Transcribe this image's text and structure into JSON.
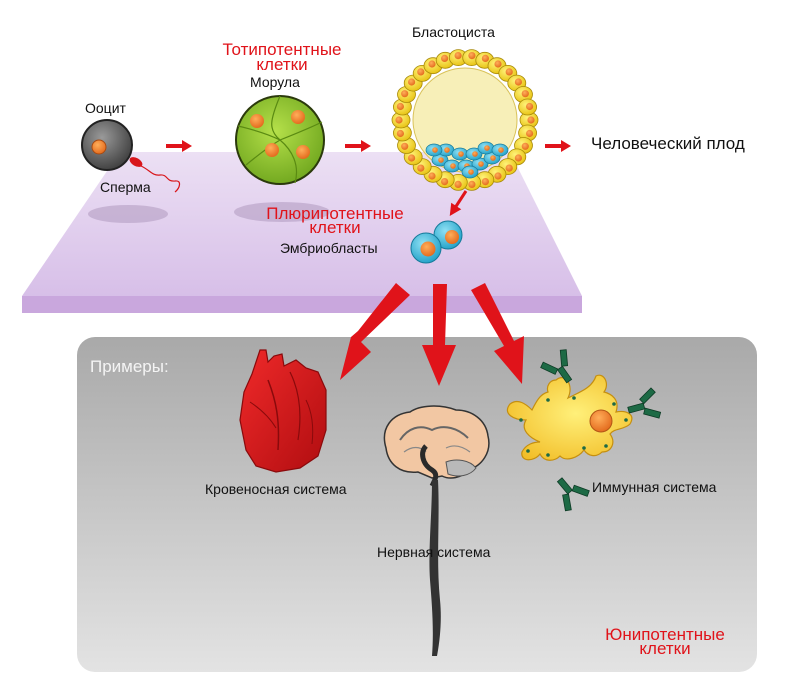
{
  "labels": {
    "oocyte": "Ооцит",
    "sperm": "Сперма",
    "totipotent": [
      "Тотипотентные",
      "клетки"
    ],
    "morula": "Морула",
    "blastocyst": "Бластоциста",
    "fetus": "Человеческий плод",
    "pluripotent": [
      "Плюрипотентные",
      "клетки"
    ],
    "embryoblasts": "Эмбриобласты",
    "examples": "Примеры:",
    "circulatory": "Кровеносная система",
    "nervous": "Нервная система",
    "immune": "Иммунная система",
    "unipotent": [
      "Юнипотентные",
      "клетки"
    ]
  },
  "colors": {
    "arrow_red": "#e0131a",
    "label_red": "#e0131a",
    "plane_purple": "#dcc3ec",
    "panel_gray": "#bdbdbd",
    "cell_yellow": "#f1d51c",
    "morula_green": "#8fc72c",
    "nucleus_orange": "#ec7d1e",
    "embryoblast_blue": "#37b6d8",
    "heart_red": "#d81519",
    "antibody_green": "#1d6a45"
  },
  "icons": [
    "oocyte-icon",
    "sperm-icon",
    "morula-icon",
    "blastocyst-icon",
    "embryoblasts-icon",
    "heart-icon",
    "brain-icon",
    "immune-cell-icon",
    "antibody-icon"
  ]
}
